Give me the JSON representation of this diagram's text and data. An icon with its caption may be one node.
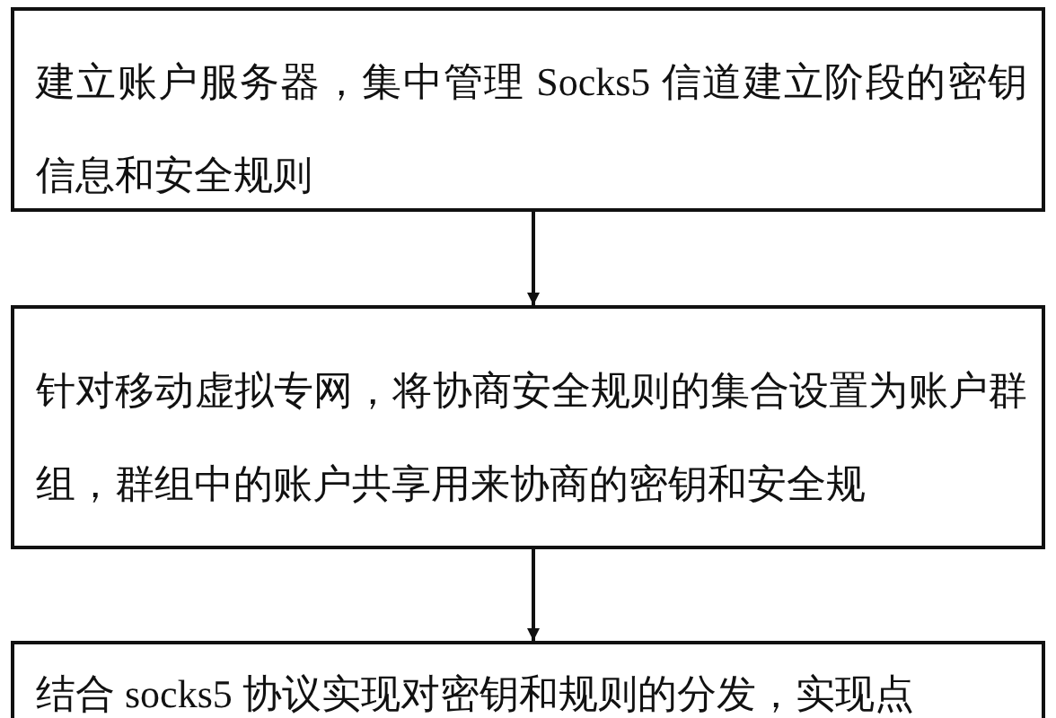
{
  "diagram": {
    "nodes": [
      {
        "text": [
          "建立账户服务器，集中管理 Socks5 信道建立阶段的密钥信息和安全规则"
        ]
      },
      {
        "text": [
          "针对移动虚拟专网，将协商安全规则的集合设置为账户群组，群组中的账户共享用来协商的密钥和安全规"
        ]
      },
      {
        "text": [
          "结合 socks5 协议实现对密钥和规则的分发，实现点"
        ]
      }
    ],
    "edges": [
      {
        "from": 0,
        "to": 1,
        "arrow": "to"
      },
      {
        "from": 1,
        "to": 2,
        "arrow": "to"
      }
    ]
  }
}
